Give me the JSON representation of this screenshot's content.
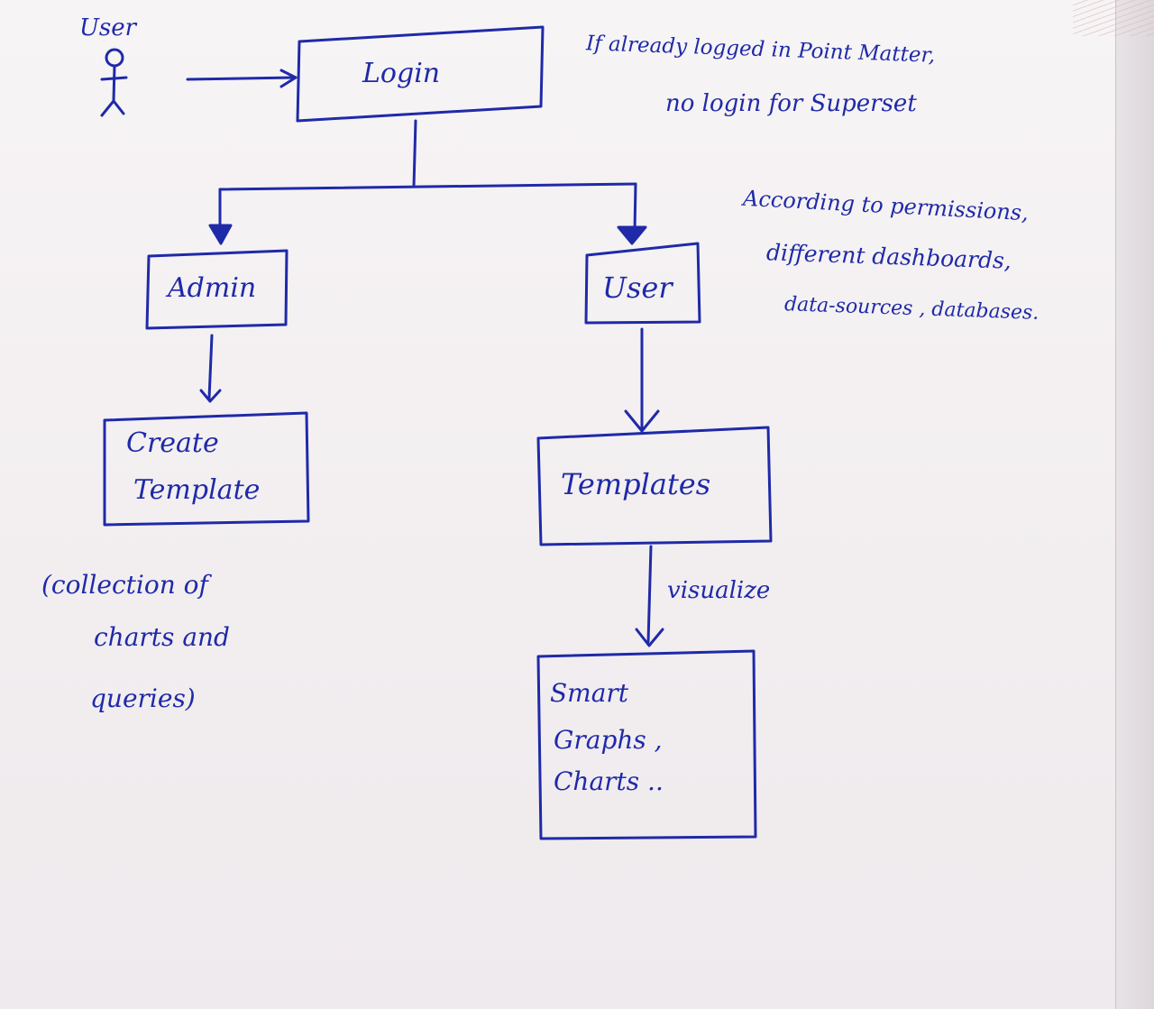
{
  "colors": {
    "ink": "#1f2aa8",
    "paper": "#f4f1f2"
  },
  "actor": {
    "label": "User",
    "icon": "stick-figure-icon"
  },
  "boxes": {
    "login": "Login",
    "admin": "Admin",
    "user": "User",
    "create_template": [
      "Create",
      "Template"
    ],
    "templates": "Templates",
    "smart_graphs": [
      "Smart",
      "Graphs ,",
      "Charts .."
    ]
  },
  "notes": {
    "login_note": [
      "If already logged in Point Matter,",
      "no login for Superset"
    ],
    "permissions_note": [
      "According to permissions,",
      "different dashboards,",
      "data-sources , databases."
    ],
    "template_note": [
      "(collection of",
      "charts and",
      "queries)"
    ]
  },
  "edge_labels": {
    "visualize": "visualize"
  }
}
